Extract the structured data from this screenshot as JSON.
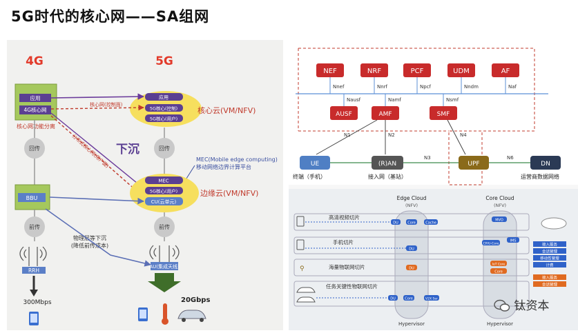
{
  "page": {
    "title": "5G时代的核心网——SA组网",
    "logo_text": "钛资本",
    "logo_icon": "wechat-icon"
  },
  "left": {
    "col_4g": "4G",
    "col_5g": "5G",
    "app_4g": "应用",
    "core_4g": "4G核心网",
    "core_4g_caption": "核心网功能分离",
    "backhaul_4g": "回传",
    "bbu": "BBU",
    "fronthaul_4g": "前传",
    "rrh": "RRH",
    "speed_4g": "300Mbps",
    "app_5g": "应用",
    "core5g_ctrl": "5G核心(控制)",
    "core5g_user": "5G核心(用户)",
    "core_cloud_label": "核心云(VM/NFV)",
    "label_control_plane": "核心网(控制面)",
    "label_dist_core": "分布式核心网(用户面)",
    "label_sink": "下沉",
    "backhaul_5g": "回传",
    "mec_desc_1": "MEC(Mobile edge computing)",
    "mec_desc_2": "移动网络边界计算平台",
    "mec": "MEC",
    "core5g_user_edge": "5G核心(用户)",
    "cu": "CU(云单元)",
    "edge_cloud_label": "边缘云(VM/NFV)",
    "fronthaul_5g": "前传",
    "phys_sink_1": "物理层等下沉",
    "phys_sink_2": "(降低前传成本)",
    "au": "AU(集成天线)",
    "speed_5g": "20Gbps"
  },
  "right": {
    "nfs": [
      "NEF",
      "NRF",
      "PCF",
      "UDM",
      "AF"
    ],
    "nf_ifaces": [
      "Nnef",
      "Nnrf",
      "Npcf",
      "Nndm",
      "Naf"
    ],
    "ausf": "AUSF",
    "amf": "AMF",
    "smf": "SMF",
    "iface_nausf": "Nausf",
    "iface_namf": "Namf",
    "iface_nsmf": "Nsmf",
    "n1": "N1",
    "n2": "N2",
    "n3": "N3",
    "n4": "N4",
    "n6": "N6",
    "ue": "UE",
    "ran": "(R)AN",
    "upf": "UPF",
    "dn": "DN",
    "ue_caption": "终端（手机）",
    "ran_caption": "接入网（基站）",
    "dn_caption": "运营商数据网络",
    "edge_cloud": "Edge Cloud",
    "edge_nfv": "(NFV)",
    "core_cloud": "Core Cloud",
    "core_nfv": "(NFV)",
    "slices": [
      "高清视频切片",
      "手机切片",
      "海量物联网切片",
      "任务关键性物联网切片"
    ],
    "hypervisor": "Hypervisor",
    "mini_du": "DU",
    "mini_core": "Core",
    "mini_cache": "Cache",
    "mini_mvo": "MVO",
    "mini_cp": "CP/U-Core",
    "mini_ims": "IMS",
    "mini_iot_core": "IoT Core",
    "mini_v2x": "V2X Ser",
    "right_tags": [
      "接入服务",
      "会话管理",
      "移动性管理",
      "计费",
      "接入服务",
      "会话管理"
    ]
  }
}
